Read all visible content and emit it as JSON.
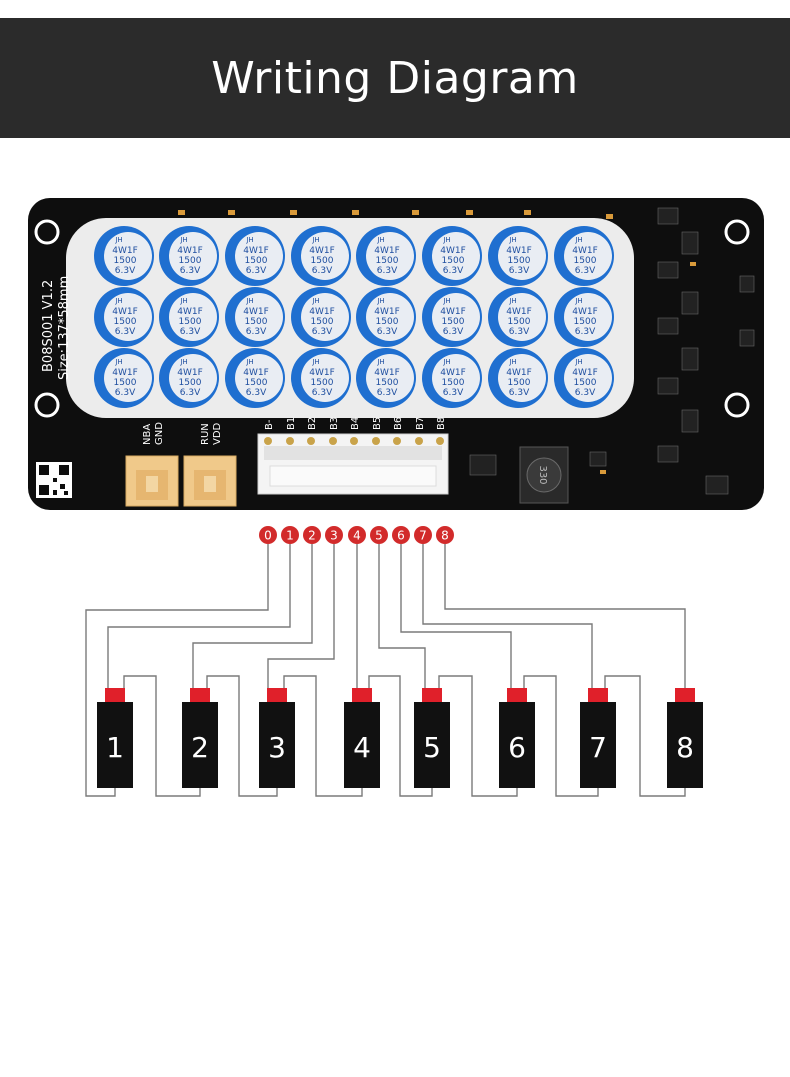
{
  "header": {
    "title": "Writing Diagram"
  },
  "board": {
    "name": "B08S001 V1.2",
    "size": "Size:137*58mm",
    "capacitor": {
      "brand": "JH",
      "model": "4W1F",
      "value": "1500",
      "voltage": "6.3V"
    },
    "connector_left_top": "NBA",
    "connector_left_bottom": "GND",
    "connector_right_top": "RUN",
    "connector_right_bottom": "VDD",
    "balance_pins": [
      "B-",
      "B1",
      "B2",
      "B3",
      "B4",
      "B5",
      "B6",
      "B7",
      "B8"
    ],
    "inductor_label": "330"
  },
  "wire_numbers": [
    "0",
    "1",
    "2",
    "3",
    "4",
    "5",
    "6",
    "7",
    "8"
  ],
  "cells": [
    "1",
    "2",
    "3",
    "4",
    "5",
    "6",
    "7",
    "8"
  ],
  "colors": {
    "header_bg": "#2b2b2b",
    "pcb": "#0e0e0e",
    "cap_blue": "#1f6fd0",
    "terminal_red": "#e0202a",
    "number_red": "#d22b2b",
    "cell_black": "#111111"
  }
}
